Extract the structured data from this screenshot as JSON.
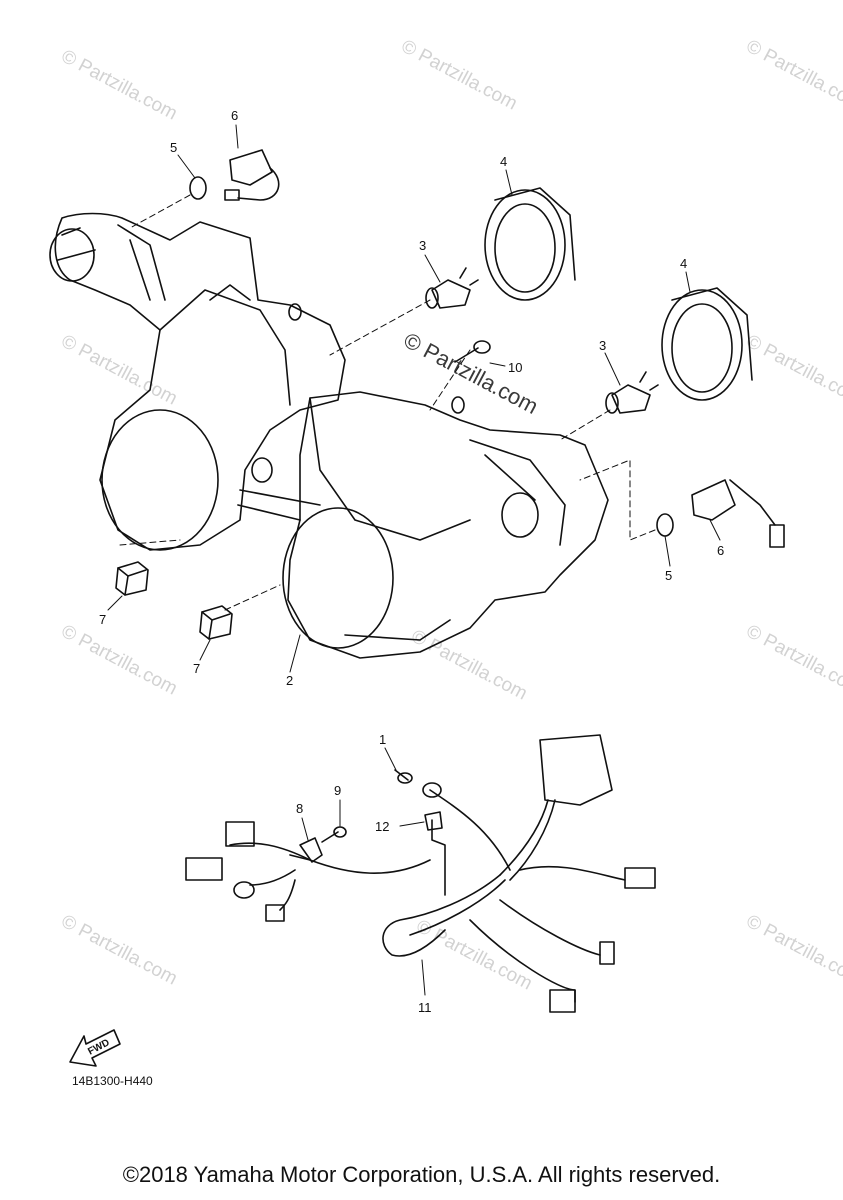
{
  "watermark": {
    "text": "© Partzilla.com",
    "center_text": "© Partzilla.com"
  },
  "callouts": {
    "p1": "1",
    "p2": "2",
    "p3a": "3",
    "p3b": "3",
    "p4a": "4",
    "p4b": "4",
    "p5a": "5",
    "p5b": "5",
    "p6a": "6",
    "p6b": "6",
    "p7a": "7",
    "p7b": "7",
    "p8": "8",
    "p9": "9",
    "p10": "10",
    "p11": "11",
    "p12": "12"
  },
  "fwd_label": "FWD",
  "diagram_code": "14B1300-H440",
  "copyright": "©2018 Yamaha Motor Corporation, U.S.A. All rights reserved."
}
